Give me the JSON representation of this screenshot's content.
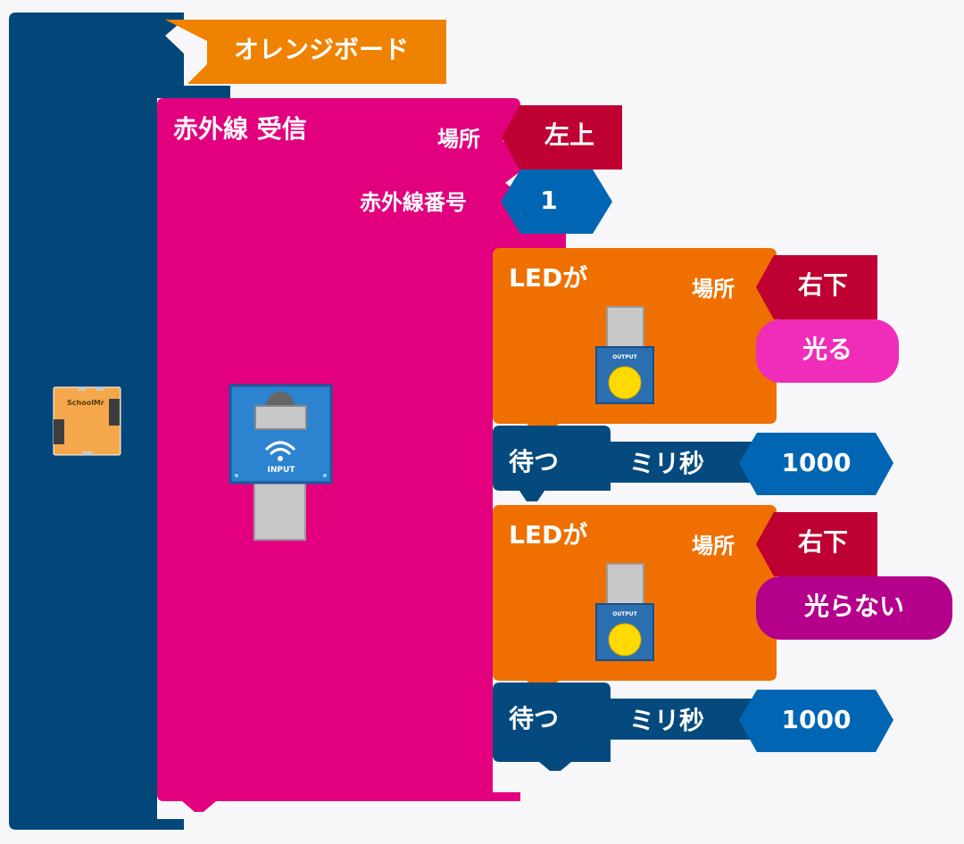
{
  "colors": {
    "board": "#03467a",
    "header": "#ef8200",
    "ir": "#e3007f",
    "led": "#ef7000",
    "location": "#be0032",
    "number": "#0066b3",
    "wait": "#054a7e",
    "on": "#ef2db8",
    "off": "#b4008b"
  },
  "board": {
    "title": "オレンジボード",
    "module_icon": "orange-board-icon",
    "module_text": "SchoolMr"
  },
  "ir_block": {
    "label": "赤外線 受信",
    "location_label": "場所",
    "location_value": "左上",
    "number_label": "赤外線番号",
    "number_value": "1",
    "icon": "ir-receiver-input-icon",
    "icon_text": "INPUT"
  },
  "steps": [
    {
      "type": "led",
      "label": "LEDが",
      "location_label": "場所",
      "location_value": "右下",
      "state": "光る",
      "icon": "led-output-icon",
      "icon_text": "OUTPUT"
    },
    {
      "type": "wait",
      "label": "待つ",
      "unit": "ミリ秒",
      "value": "1000"
    },
    {
      "type": "led",
      "label": "LEDが",
      "location_label": "場所",
      "location_value": "右下",
      "state": "光らない",
      "icon": "led-output-icon",
      "icon_text": "OUTPUT"
    },
    {
      "type": "wait",
      "label": "待つ",
      "unit": "ミリ秒",
      "value": "1000"
    }
  ]
}
